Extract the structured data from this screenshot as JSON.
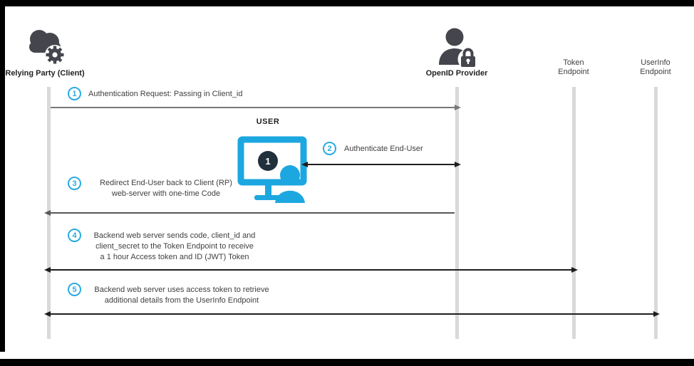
{
  "actors": {
    "relying_party": {
      "label": "Relying Party (Client)"
    },
    "openid_provider": {
      "label": "OpenID Provider"
    },
    "token_endpoint": {
      "line1": "Token",
      "line2": "Endpoint"
    },
    "userinfo_endpoint": {
      "line1": "UserInfo",
      "line2": "Endpoint"
    }
  },
  "user": {
    "label": "USER",
    "screen_badge": "1"
  },
  "steps": [
    {
      "num": "1",
      "text": "Authentication Request: Passing in Client_id"
    },
    {
      "num": "2",
      "text": "Authenticate End-User"
    },
    {
      "num": "3",
      "line1": "Redirect End-User back to Client (RP)",
      "line2": "web-server with one-time Code"
    },
    {
      "num": "4",
      "line1": "Backend web server sends code, client_id and",
      "line2": "client_secret to the Token Endpoint to receive",
      "line3": "a 1 hour Access token and ID (JWT) Token"
    },
    {
      "num": "5",
      "line1": "Backend web server uses access token to retrieve",
      "line2": "additional details from the UserInfo Endpoint"
    }
  ],
  "colors": {
    "accent_cyan": "#29abe2",
    "monitor_cyan": "#1da7e0",
    "icon_dark": "#45464d",
    "monitor_badge_bg": "#20303c",
    "lifeline_gray": "#d9d9d9",
    "arrow_gray": "#77787b",
    "arrow_dark": "#1e1e1e"
  }
}
